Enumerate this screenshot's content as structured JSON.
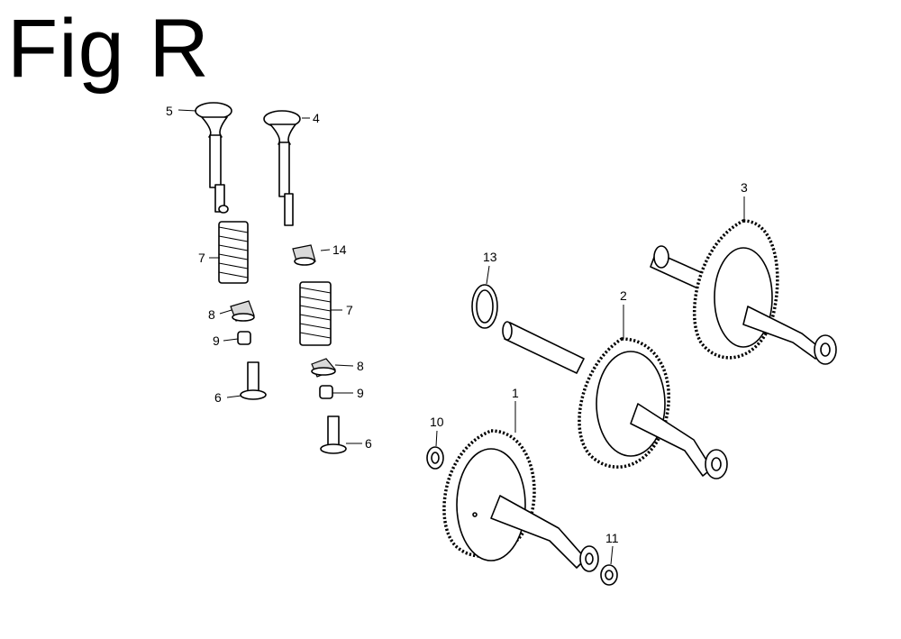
{
  "figure": {
    "title": "Fig R"
  },
  "callouts": [
    {
      "id": "c5a",
      "label": "5"
    },
    {
      "id": "c4a",
      "label": "4"
    },
    {
      "id": "c7a",
      "label": "7"
    },
    {
      "id": "c14",
      "label": "14"
    },
    {
      "id": "c8a",
      "label": "8"
    },
    {
      "id": "c9a",
      "label": "9"
    },
    {
      "id": "c6a",
      "label": "6"
    },
    {
      "id": "c7b",
      "label": "7"
    },
    {
      "id": "c8b",
      "label": "8"
    },
    {
      "id": "c9b",
      "label": "9"
    },
    {
      "id": "c6b",
      "label": "6"
    },
    {
      "id": "c13",
      "label": "13"
    },
    {
      "id": "c2",
      "label": "2"
    },
    {
      "id": "c3",
      "label": "3"
    },
    {
      "id": "c1",
      "label": "1"
    },
    {
      "id": "c10",
      "label": "10"
    },
    {
      "id": "c11",
      "label": "11"
    }
  ]
}
